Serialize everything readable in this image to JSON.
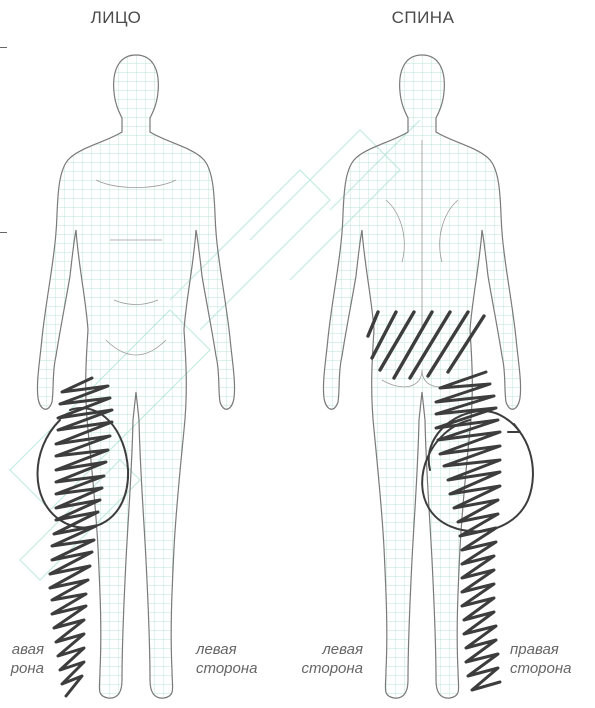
{
  "views": {
    "front": {
      "title": "ЛИЦО",
      "side_left": "левая сторона",
      "side_right_partial": "авая рона"
    },
    "back": {
      "title": "СПИНА",
      "side_left": "левая сторона",
      "side_right": "правая сторона"
    }
  },
  "colors": {
    "mesh": "#8fd6c4",
    "outline": "#7a7a7a",
    "scribble": "#3d3d3d",
    "watermark": "#bfe9de"
  }
}
